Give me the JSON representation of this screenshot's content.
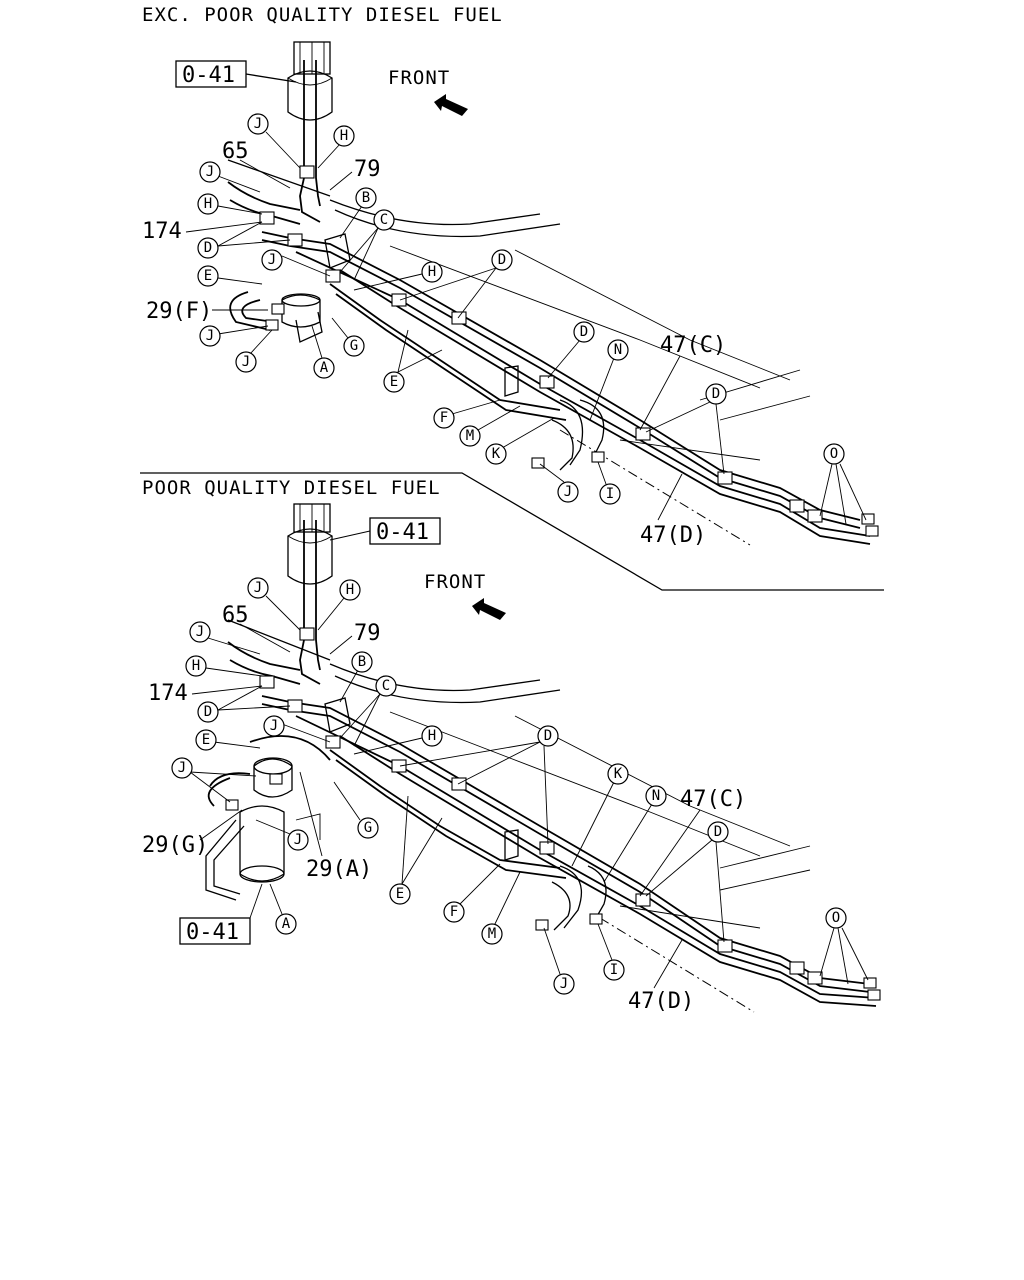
{
  "sections": [
    {
      "heading": "EXC. POOR QUALITY DIESEL FUEL",
      "front": "FRONT",
      "refbox": "0-41",
      "parts": {
        "p65": "65",
        "p79": "79",
        "p174": "174",
        "p29": "29(F)",
        "p47c": "47(C)",
        "p47d": "47(D)"
      },
      "callouts": {
        "A": "A",
        "B": "B",
        "C": "C",
        "D1": "D",
        "D2": "D",
        "D3": "D",
        "D4": "D",
        "E1": "E",
        "E2": "E",
        "F": "F",
        "G": "G",
        "H1": "H",
        "H2": "H",
        "H3": "H",
        "I": "I",
        "J1": "J",
        "J2": "J",
        "J3": "J",
        "J4": "J",
        "J5": "J",
        "J6": "J",
        "K": "K",
        "M": "M",
        "N": "N",
        "O": "O"
      }
    },
    {
      "heading": "POOR QUALITY DIESEL FUEL",
      "front": "FRONT",
      "refbox_top": "0-41",
      "refbox_bottom": "0-41",
      "parts": {
        "p65": "65",
        "p79": "79",
        "p174": "174",
        "p29g": "29(G)",
        "p29a": "29(A)",
        "p47c": "47(C)",
        "p47d": "47(D)"
      },
      "callouts": {
        "A": "A",
        "B": "B",
        "C": "C",
        "D1": "D",
        "D2": "D",
        "D3": "D",
        "E1": "E",
        "E2": "E",
        "F": "F",
        "G": "G",
        "H1": "H",
        "H2": "H",
        "H3": "H",
        "I": "I",
        "J1": "J",
        "J2": "J",
        "J3": "J",
        "J4": "J",
        "J5": "J",
        "K": "K",
        "M": "M",
        "N": "N",
        "O": "O"
      }
    }
  ]
}
